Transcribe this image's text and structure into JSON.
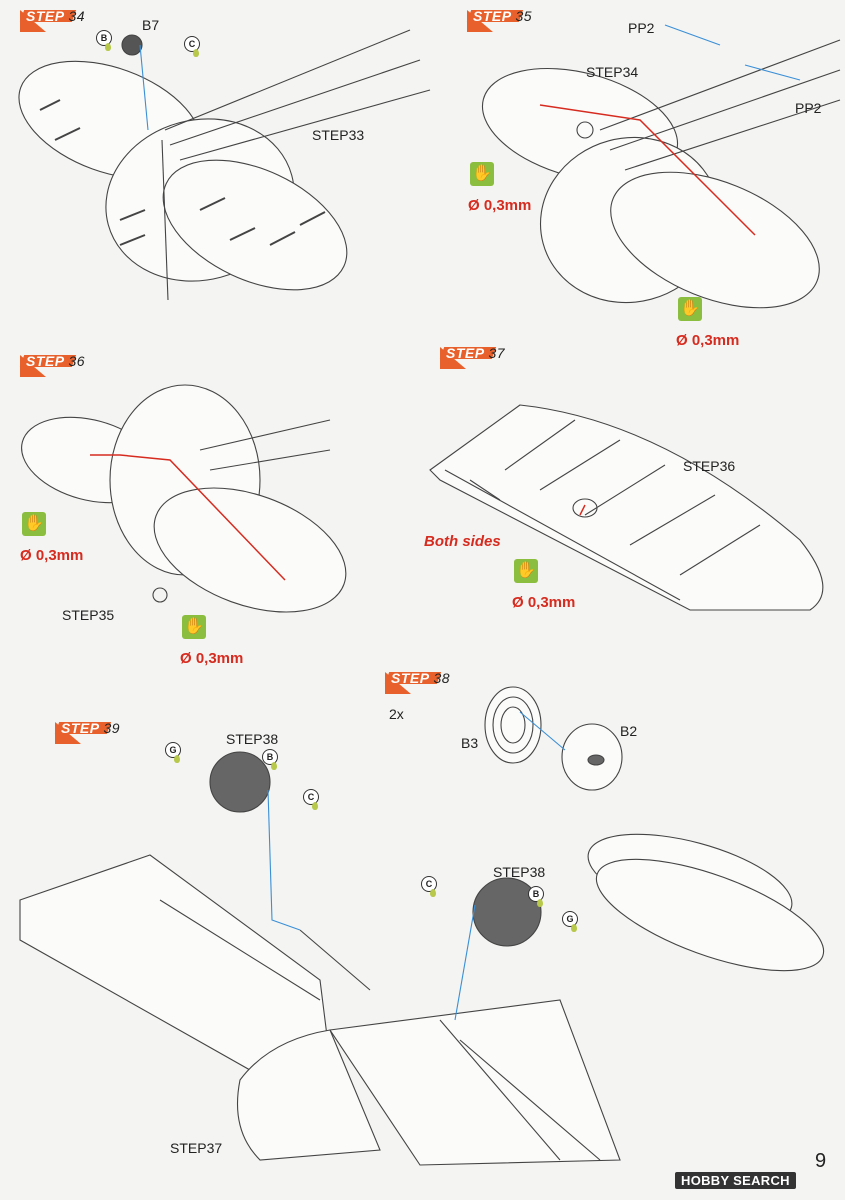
{
  "page_number": "9",
  "watermark": "HOBBY SEARCH",
  "steps": {
    "s34": {
      "badge": "STEP",
      "num": "34",
      "labels": {
        "part": "B7",
        "ref": "STEP33"
      },
      "bubbles": [
        "B",
        "C"
      ]
    },
    "s35": {
      "badge": "STEP",
      "num": "35",
      "labels": {
        "pp_top": "PP2",
        "pp_bottom": "PP2",
        "ref": "STEP34"
      },
      "diameter_1": "Ø 0,3mm",
      "diameter_2": "Ø 0,3mm"
    },
    "s36": {
      "badge": "STEP",
      "num": "36",
      "labels": {
        "ref": "STEP35"
      },
      "diameter_1": "Ø 0,3mm",
      "diameter_2": "Ø 0,3mm"
    },
    "s37": {
      "badge": "STEP",
      "num": "37",
      "labels": {
        "ref": "STEP36"
      },
      "note": "Both sides",
      "diameter": "Ø 0,3mm"
    },
    "s38": {
      "badge": "STEP",
      "num": "38",
      "qty": "2x",
      "labels": {
        "left": "B3",
        "right": "B2"
      }
    },
    "s39": {
      "badge": "STEP",
      "num": "39",
      "labels": {
        "wheel_left": "STEP38",
        "wheel_right": "STEP38",
        "ref": "STEP37"
      },
      "bubbles_left": [
        "G",
        "B",
        "C"
      ],
      "bubbles_right": [
        "C",
        "B",
        "G"
      ]
    }
  },
  "colors": {
    "accent": "#e8612c",
    "wire": "#d62b1f",
    "glue": "#8bbd3f",
    "arrow": "#3a8fd6"
  },
  "icons": [
    "glue-hand-icon",
    "part-bubble-icon"
  ]
}
